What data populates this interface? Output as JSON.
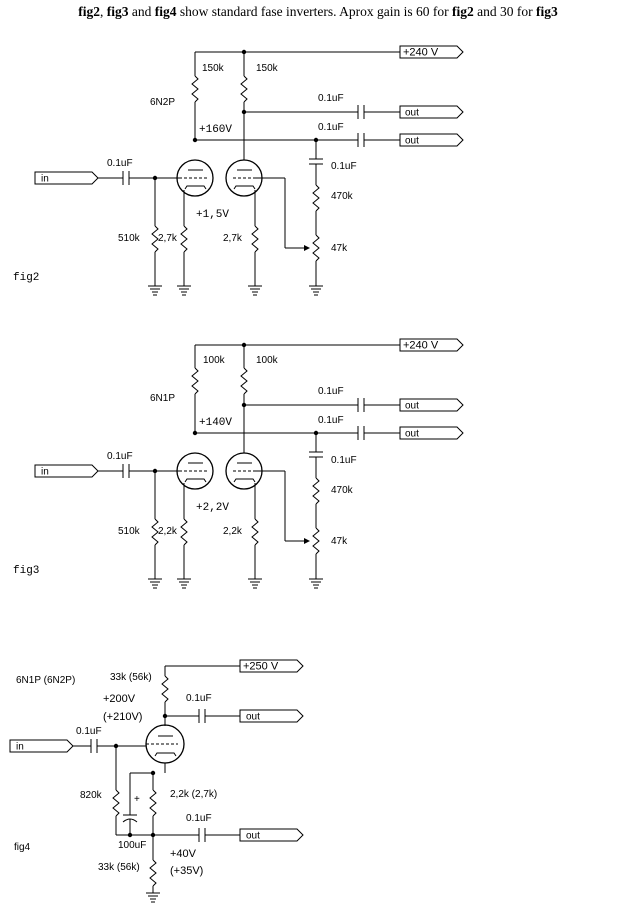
{
  "caption": {
    "p1": "fig2",
    "p2": ", ",
    "p3": "fig3",
    "p4": " and ",
    "p5": "fig4",
    "p6": " show standard fase inverters. Aprox gain is 60 for ",
    "p7": "fig2",
    "p8": " and 30 for ",
    "p9": "fig3"
  },
  "fig2": {
    "name": "fig2",
    "supply": "+240  V",
    "r_plate1": "150k",
    "r_plate2": "150k",
    "tube": "6N2P",
    "plate_voltage": "+160V",
    "c_out1": "0.1uF",
    "c_out2": "0.1uF",
    "out1": "out",
    "out2": "out",
    "input": "in",
    "c_in": "0.1uF",
    "c_fb": "0.1uF",
    "r_fb": "470k",
    "cathode_voltage": "+1,5V",
    "r_grid": "510k",
    "r_cathode1": "2,7k",
    "r_cathode2": "2,7k",
    "pot": "47k"
  },
  "fig3": {
    "name": "fig3",
    "supply": "+240  V",
    "r_plate1": "100k",
    "r_plate2": "100k",
    "tube": "6N1P",
    "plate_voltage": "+140V",
    "c_out1": "0.1uF",
    "c_out2": "0.1uF",
    "out1": "out",
    "out2": "out",
    "input": "in",
    "c_in": "0.1uF",
    "c_fb": "0.1uF",
    "r_fb": "470k",
    "cathode_voltage": "+2,2V",
    "r_grid": "510k",
    "r_cathode1": "2,2k",
    "r_cathode2": "2,2k",
    "pot": "47k"
  },
  "fig4": {
    "name": "fig4",
    "tube": "6N1P (6N2P)",
    "supply": "+250  V",
    "r_plate": "33k (56k)",
    "plate_voltage": "+200V",
    "plate_voltage_alt": "(+210V)",
    "c_out1": "0.1uF",
    "out1": "out",
    "input": "in",
    "c_in": "0.1uF",
    "r_grid": "820k",
    "cap_polarity": "+",
    "r_cathode": "2,2k (2,7k)",
    "c_out2": "0.1uF",
    "out2": "out",
    "c_bypass": "100uF",
    "cathode_voltage": "+40V",
    "cathode_voltage_alt": "(+35V)",
    "r_load": "33k (56k)"
  }
}
